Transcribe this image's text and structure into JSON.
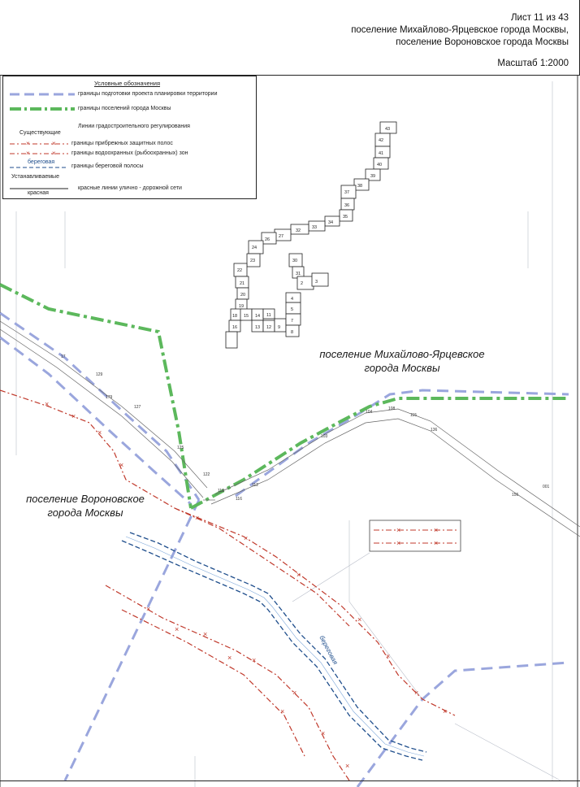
{
  "header": {
    "sheet": "Лист 11 из 43",
    "settlement_line1": "поселение Михайлово-Ярцевское города Москвы,",
    "settlement_line2": "поселение Вороновское  города Москвы",
    "scale": "Масштаб 1:2000"
  },
  "legend": {
    "title": "Условные обозначения",
    "item_project_boundary": "границы подготовки проекта планировки территории",
    "item_settlement_boundary": "границы поселений города Москвы",
    "section_red_lines": "Линии градостроительного регулирования",
    "section_existing": "Существующие",
    "item_coastal_strip": "границы прибрежных защитных полос",
    "item_water_zone": "границы водоохранных (рыбоохранных) зон",
    "item_shoreline_label": "береговая",
    "item_shoreline": "границы береговой полосы",
    "section_established": "Устанавливаемые",
    "item_red_label": "красная",
    "item_red_lines": "красные линии улично - дорожной сети"
  },
  "map": {
    "label_mikhailovo_line1": "поселение Михайлово-Ярцевское",
    "label_mikhailovo_line2": "города Москвы",
    "label_voronovskoe_line1": "поселение Вороновское",
    "label_voronovskoe_line2": "города Москвы",
    "river_label": "береговая",
    "colors": {
      "project_boundary": "#9aa6dd",
      "settlement_boundary": "#5cb85c",
      "coastal_red": "#c0392b",
      "shoreline_blue": "#1f4e8c",
      "road": "#555555"
    }
  }
}
